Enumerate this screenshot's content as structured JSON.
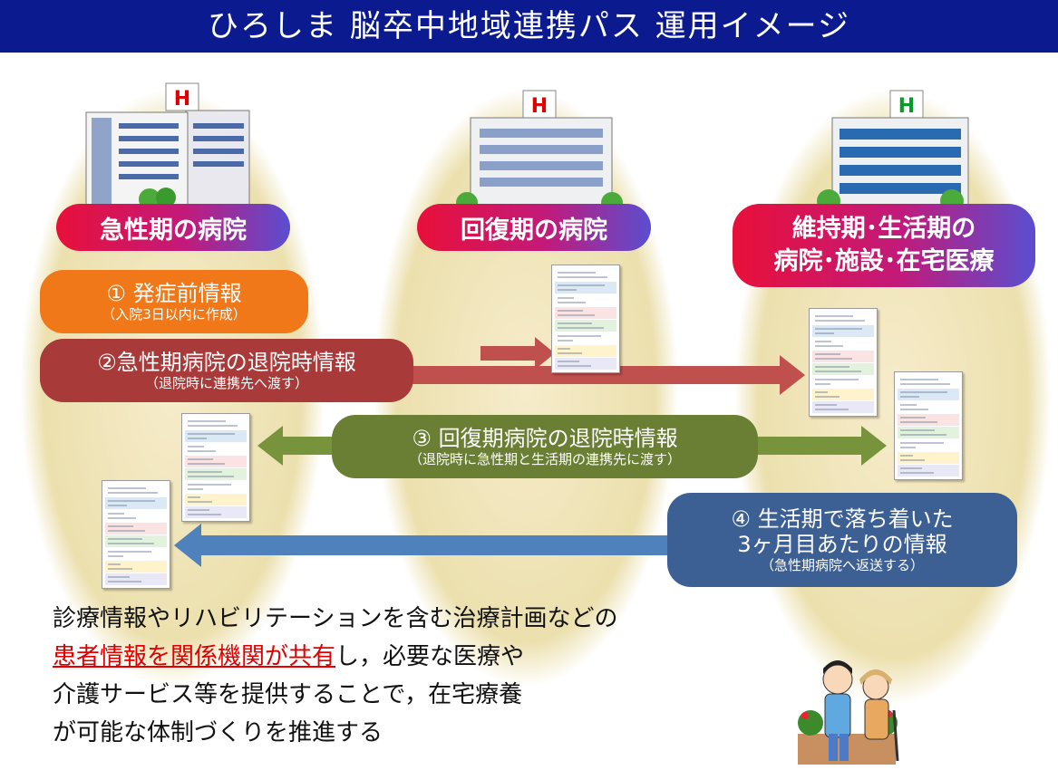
{
  "title": "ひろしま 脳卒中地域連携パス 運用イメージ",
  "stages": {
    "acute": "急性期の病院",
    "recovery": "回復期の病院",
    "maintenance_line1": "維持期･生活期の",
    "maintenance_line2": "病院･施設･在宅医療"
  },
  "info": {
    "i1_main": "① 発症前情報",
    "i1_sub": "（入院3日以内に作成）",
    "i2_main": "②急性期病院の退院時情報",
    "i2_sub": "（退院時に連携先へ渡す）",
    "i3_main": "③ 回復期病院の退院時情報",
    "i3_sub": "（退院時に急性期と生活期の連携先に渡す）",
    "i4_main1": "④ 生活期で落ち着いた",
    "i4_main2": "3ヶ月目あたりの情報",
    "i4_sub": "（急性期病院へ返送する）"
  },
  "summary": {
    "line1": "診療情報やリハビリテーションを含む治療計画などの",
    "line2_highlight": "患者情報を関係機関が共有",
    "line2_rest": "し，必要な医療や",
    "line3": "介護サービス等を提供することで，在宅療養",
    "line4": "が可能な体制づくりを推進する"
  },
  "icons": {
    "hospital_sign": "H"
  },
  "colors": {
    "title_bg": "#0b1a8f",
    "oval": "#efe3b0",
    "info1": "#f07818",
    "info2": "#a83a3a",
    "info3": "#6a7f34",
    "info4": "#3c5f94",
    "highlight": "#e00000"
  }
}
